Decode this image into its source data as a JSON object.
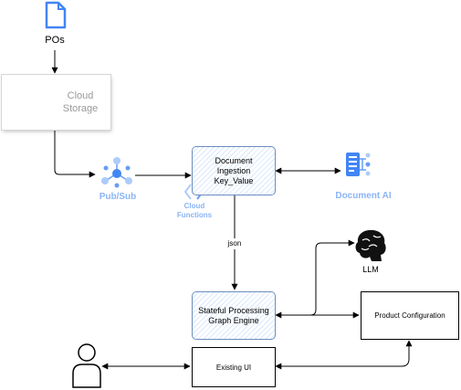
{
  "nodes": {
    "pos": {
      "label": "POs",
      "icon": "document-icon"
    },
    "cloud_storage": {
      "label_line1": "Cloud",
      "label_line2": "Storage",
      "icon": "storage-icon"
    },
    "pubsub": {
      "label": "Pub/Sub",
      "icon": "pubsub-icon"
    },
    "cloud_functions": {
      "label_line1": "Cloud",
      "label_line2": "Functions",
      "icon": "cloud-functions-icon"
    },
    "doc_ingestion": {
      "line1": "Document",
      "line2": "Ingestion",
      "line3": "Key_Value"
    },
    "document_ai": {
      "label": "Document AI",
      "icon": "document-ai-icon"
    },
    "llm": {
      "label": "LLM",
      "icon": "brain-icon"
    },
    "stateful": {
      "line1": "Stateful Processing",
      "line2": "Graph Engine"
    },
    "product_config": {
      "label": "Product Configuration"
    },
    "existing_ui": {
      "label": "Existing UI"
    },
    "user": {
      "icon": "person-icon"
    }
  },
  "edges": {
    "json_label": "json"
  },
  "colors": {
    "gcp_blue": "#4285f4",
    "gcp_light_blue": "#aecbfa",
    "gcp_gray_text": "#999999",
    "gcp_label_blue": "#8ab4f8",
    "sketch_stroke": "#6c8ebf",
    "sketch_fill": "#dae8fc"
  }
}
